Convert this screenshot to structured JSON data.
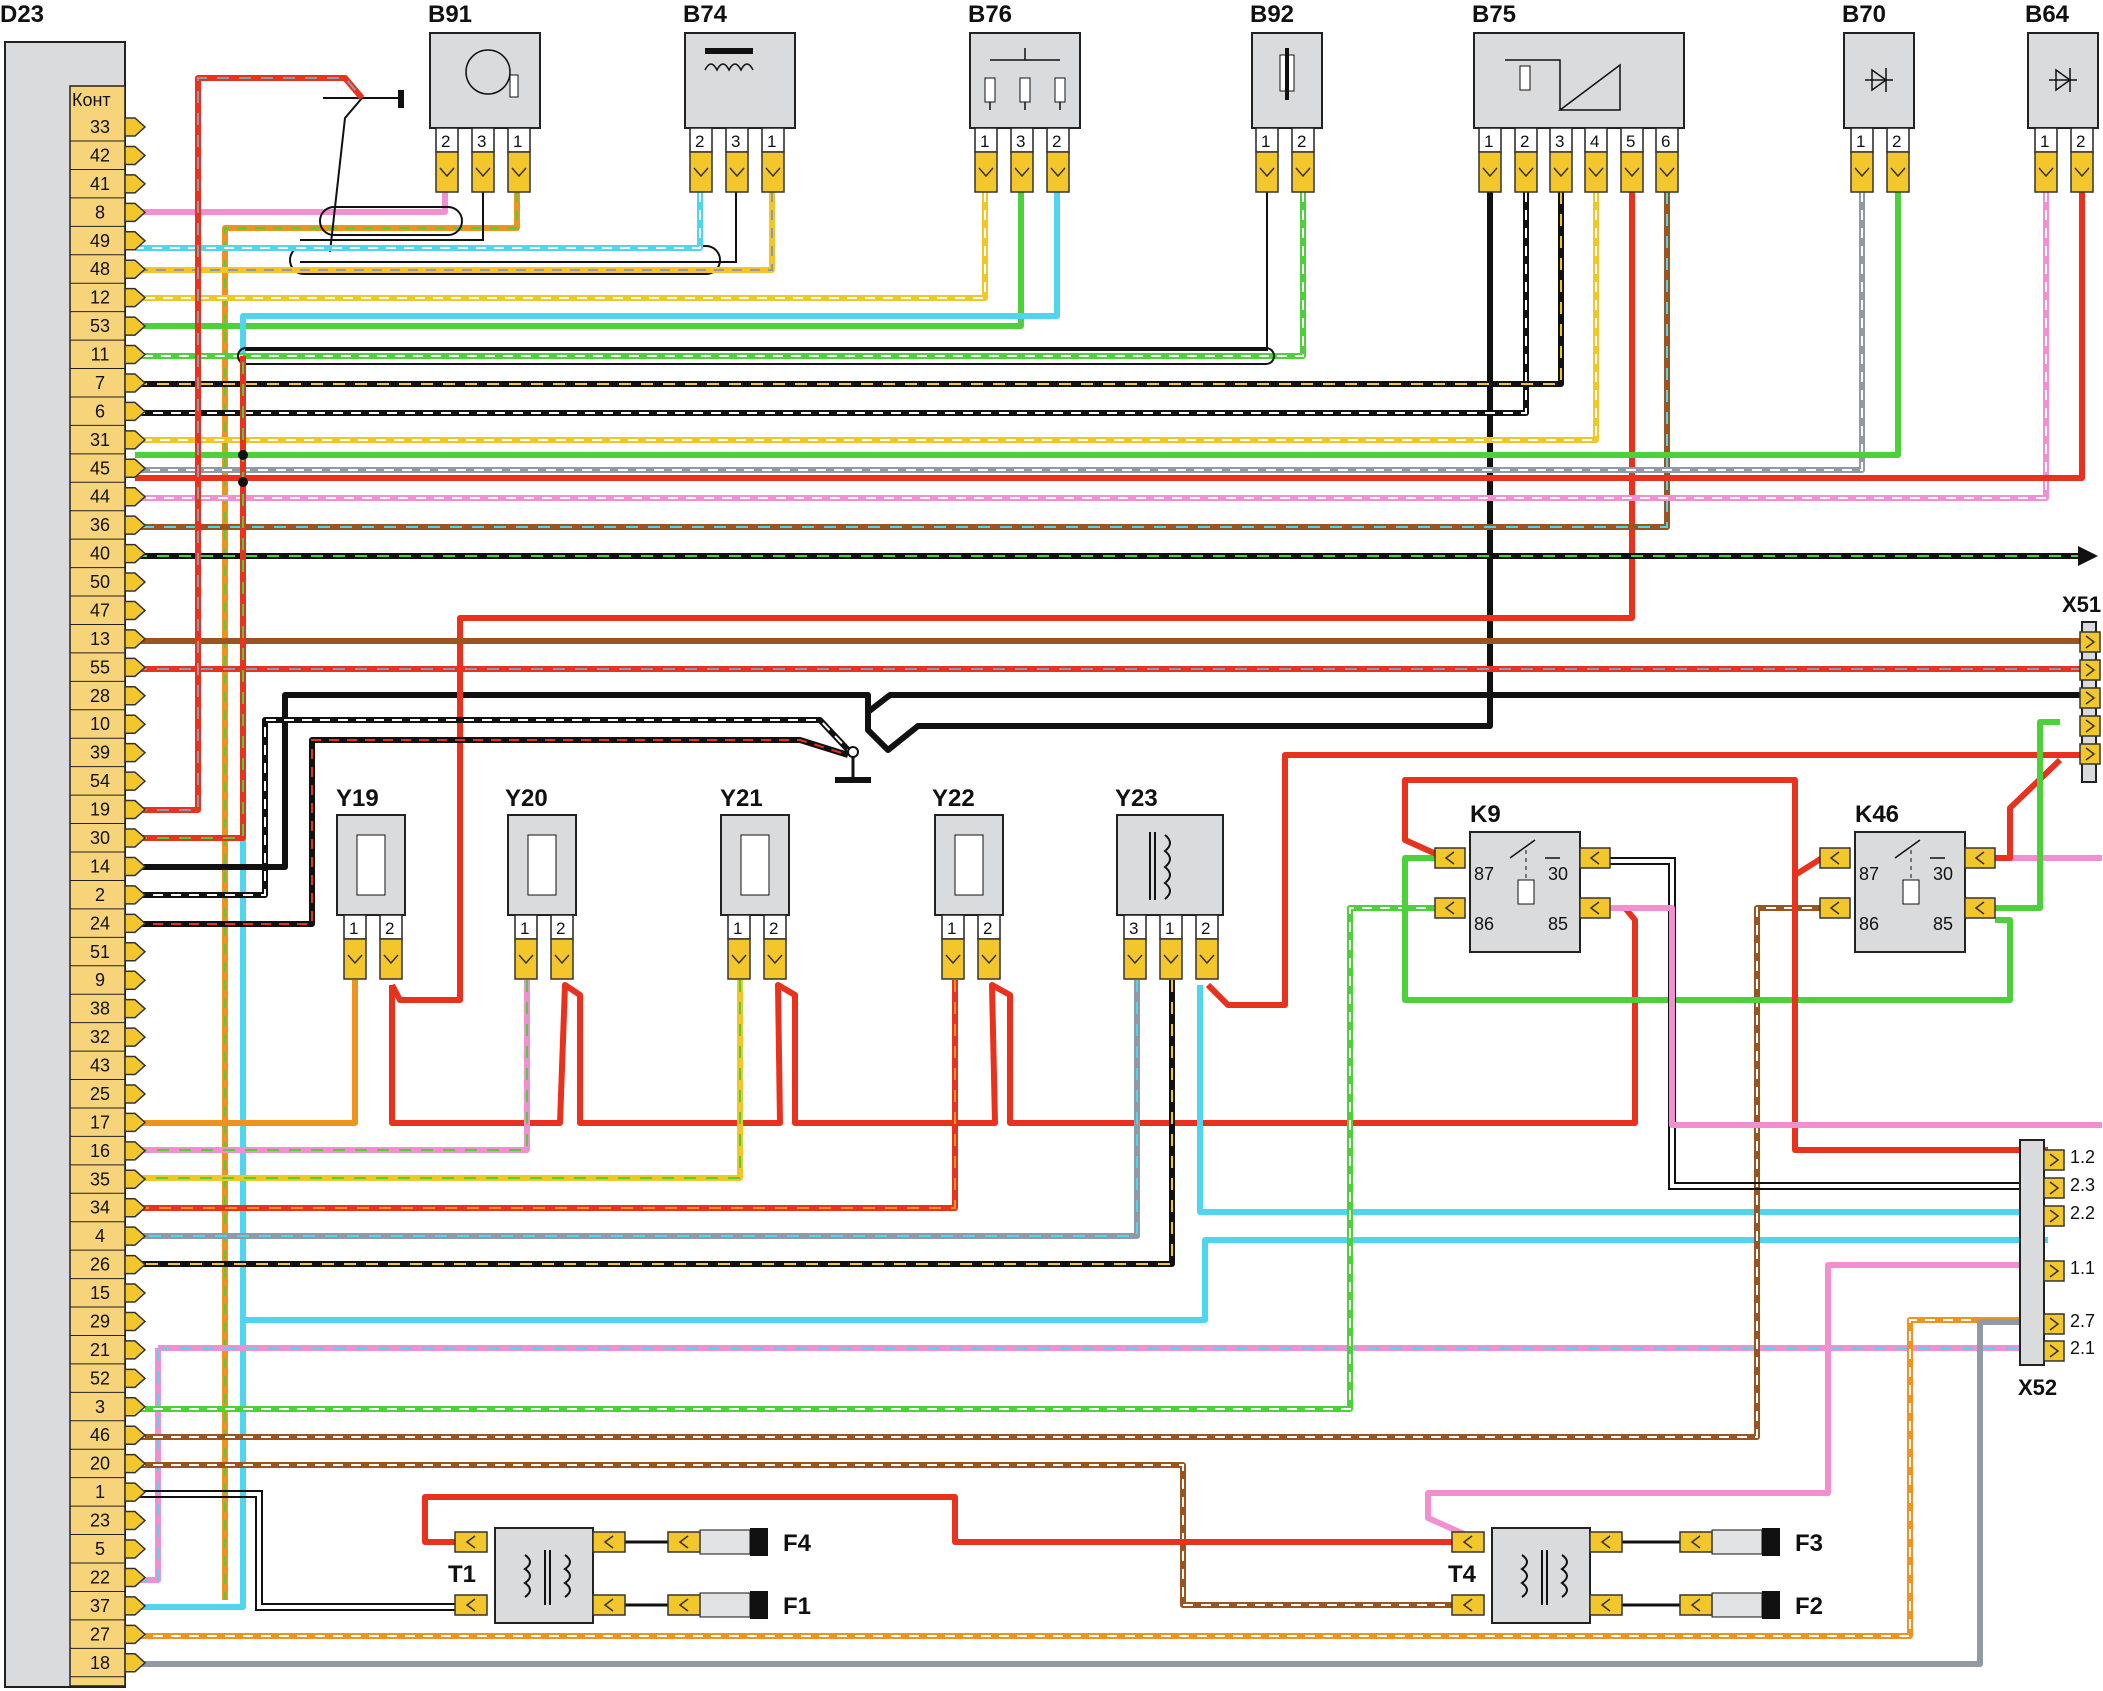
{
  "ecu": {
    "label": "D23",
    "header": "Конт",
    "pins": [
      "33",
      "42",
      "41",
      "8",
      "49",
      "48",
      "12",
      "53",
      "11",
      "7",
      "6",
      "31",
      "45",
      "44",
      "36",
      "40",
      "50",
      "47",
      "13",
      "55",
      "28",
      "10",
      "39",
      "54",
      "19",
      "30",
      "14",
      "2",
      "24",
      "51",
      "9",
      "38",
      "32",
      "43",
      "25",
      "17",
      "16",
      "35",
      "34",
      "4",
      "26",
      "15",
      "29",
      "21",
      "52",
      "3",
      "46",
      "20",
      "1",
      "23",
      "5",
      "22",
      "37",
      "27",
      "18"
    ]
  },
  "sensors": [
    {
      "id": "B91",
      "pins": [
        "2",
        "3",
        "1"
      ]
    },
    {
      "id": "B74",
      "pins": [
        "2",
        "3",
        "1"
      ]
    },
    {
      "id": "B76",
      "pins": [
        "1",
        "3",
        "2"
      ]
    },
    {
      "id": "B92",
      "pins": [
        "1",
        "2"
      ]
    },
    {
      "id": "B75",
      "pins": [
        "1",
        "2",
        "3",
        "4",
        "5",
        "6"
      ]
    },
    {
      "id": "B70",
      "pins": [
        "1",
        "2"
      ]
    },
    {
      "id": "B64",
      "pins": [
        "1",
        "2"
      ]
    }
  ],
  "injectors": [
    {
      "id": "Y19",
      "pins": [
        "1",
        "2"
      ]
    },
    {
      "id": "Y20",
      "pins": [
        "1",
        "2"
      ]
    },
    {
      "id": "Y21",
      "pins": [
        "1",
        "2"
      ]
    },
    {
      "id": "Y22",
      "pins": [
        "1",
        "2"
      ]
    },
    {
      "id": "Y23",
      "pins": [
        "3",
        "1",
        "2"
      ]
    }
  ],
  "relays": [
    {
      "id": "K9",
      "pins": [
        "87",
        "30",
        "86",
        "85"
      ]
    },
    {
      "id": "K46",
      "pins": [
        "87",
        "30",
        "86",
        "85"
      ]
    }
  ],
  "connectors": {
    "x51": {
      "label": "X51"
    },
    "x52": {
      "label": "X52",
      "pins": [
        "1.2",
        "2.3",
        "2.2",
        "1.1",
        "2.7",
        "2.1"
      ]
    }
  },
  "coils": [
    {
      "id": "T1",
      "outputs": [
        "F4",
        "F1"
      ]
    },
    {
      "id": "T4",
      "outputs": [
        "F3",
        "F2"
      ]
    }
  ],
  "colors": {
    "red": "#e8321e",
    "black": "#111111",
    "green": "#4cd13a",
    "blue": "#4fd6ee",
    "yellow": "#f2c624",
    "orange": "#f0921e",
    "pink": "#f28fd0",
    "brown": "#9a5420",
    "grey": "#8f9aa6",
    "white": "#ffffff"
  }
}
